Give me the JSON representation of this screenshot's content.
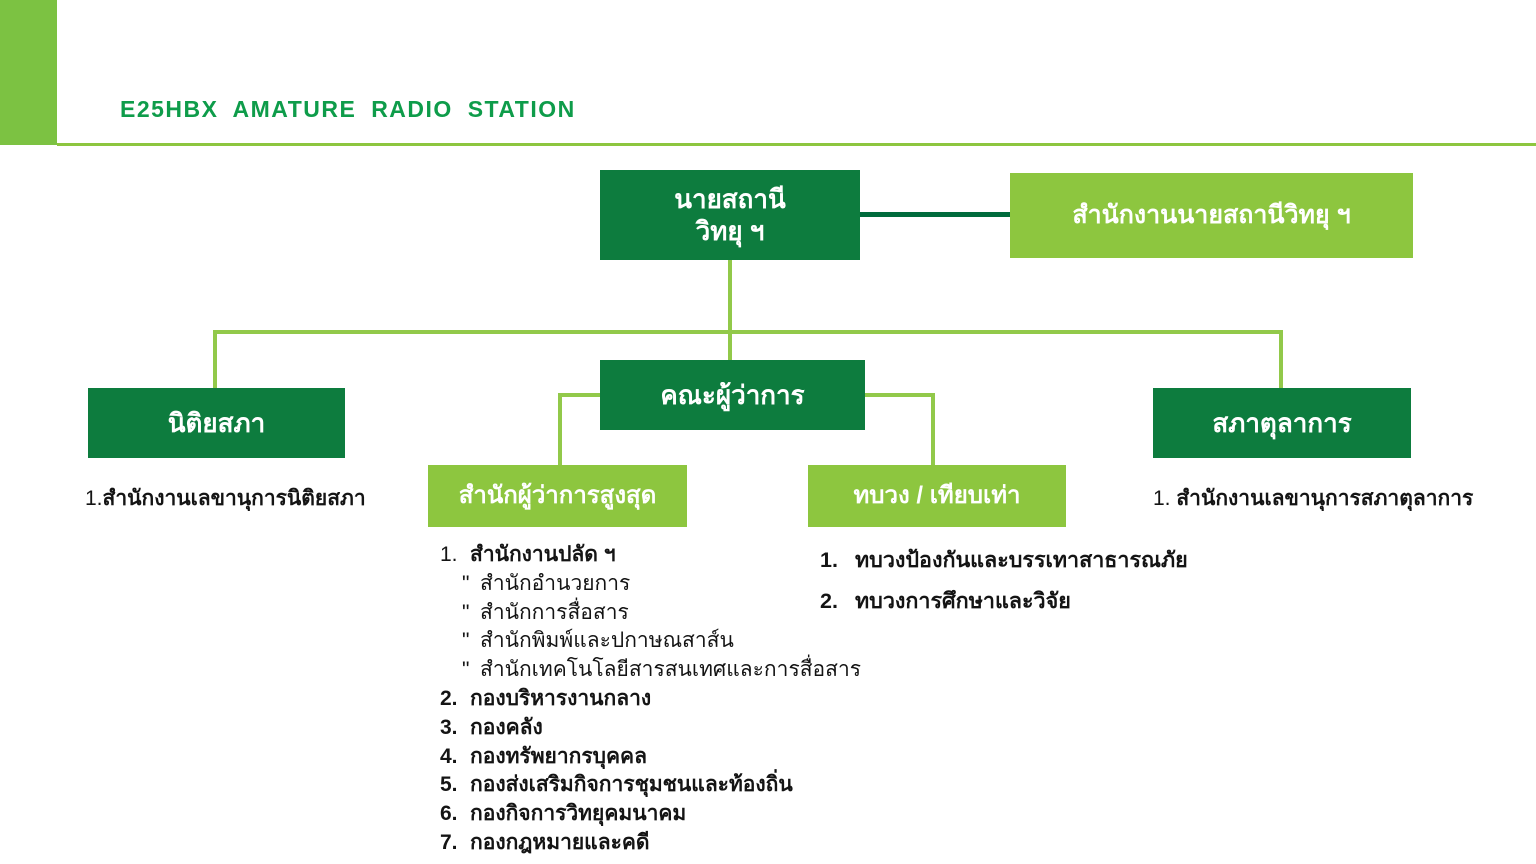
{
  "header": {
    "title": "E25HBX AMATURE RADIO STATION"
  },
  "colors": {
    "dark_green_box": "#0d7c3e",
    "light_green_box": "#8dc63f",
    "corner_block": "#7cc242",
    "connector_line": "#92c94a",
    "dark_connector": "#006b3c",
    "header_text": "#0e9c4a",
    "body_text": "#141414"
  },
  "org": {
    "root": {
      "label_line1": "นายสถานี",
      "label_line2": "วิทยุ ฯ"
    },
    "root_office": {
      "label": "สำนักงานนายสถานีวิทยุ ฯ"
    },
    "governors": {
      "label": "คณะผู้ว่าการ"
    },
    "legislative": {
      "label": "นิติยสภา",
      "note_num": "1.",
      "note": "สำนักงานเลขานุการนิติยสภา"
    },
    "judicial": {
      "label": "สภาตุลาการ",
      "note_num": "1.",
      "note": "สำนักงานเลขานุการสภาตุลาการ"
    },
    "bureau": {
      "label": "สำนักผู้ว่าการสูงสุด",
      "items": [
        {
          "num": "1.",
          "text": "สำนักงานปลัด ฯ"
        },
        {
          "num": "\"",
          "text": "สำนักอำนวยการ"
        },
        {
          "num": "\"",
          "text": "สำนักการสื่อสาร"
        },
        {
          "num": "\"",
          "text": "สำนักพิมพ์และปกาษณสาส์น"
        },
        {
          "num": "\"",
          "text": "สำนักเทคโนโลยีสารสนเทศและการสื่อสาร"
        },
        {
          "num": "2.",
          "text": "กองบริหารงานกลาง"
        },
        {
          "num": "3.",
          "text": "กองคลัง"
        },
        {
          "num": "4.",
          "text": "กองทรัพยากรบุคคล"
        },
        {
          "num": "5.",
          "text": "กองส่งเสริมกิจการชุมชนและท้องถิ่น"
        },
        {
          "num": "6.",
          "text": "กองกิจการวิทยุคมนาคม"
        },
        {
          "num": "7.",
          "text": "กองกฎหมายและคดี"
        }
      ]
    },
    "ministries": {
      "label": "ทบวง / เทียบเท่า",
      "items": [
        {
          "num": "1.",
          "text": "ทบวงป้องกันและบรรเทาสาธารณภัย"
        },
        {
          "num": "2.",
          "text": "ทบวงการศึกษาและวิจัย"
        }
      ]
    }
  }
}
